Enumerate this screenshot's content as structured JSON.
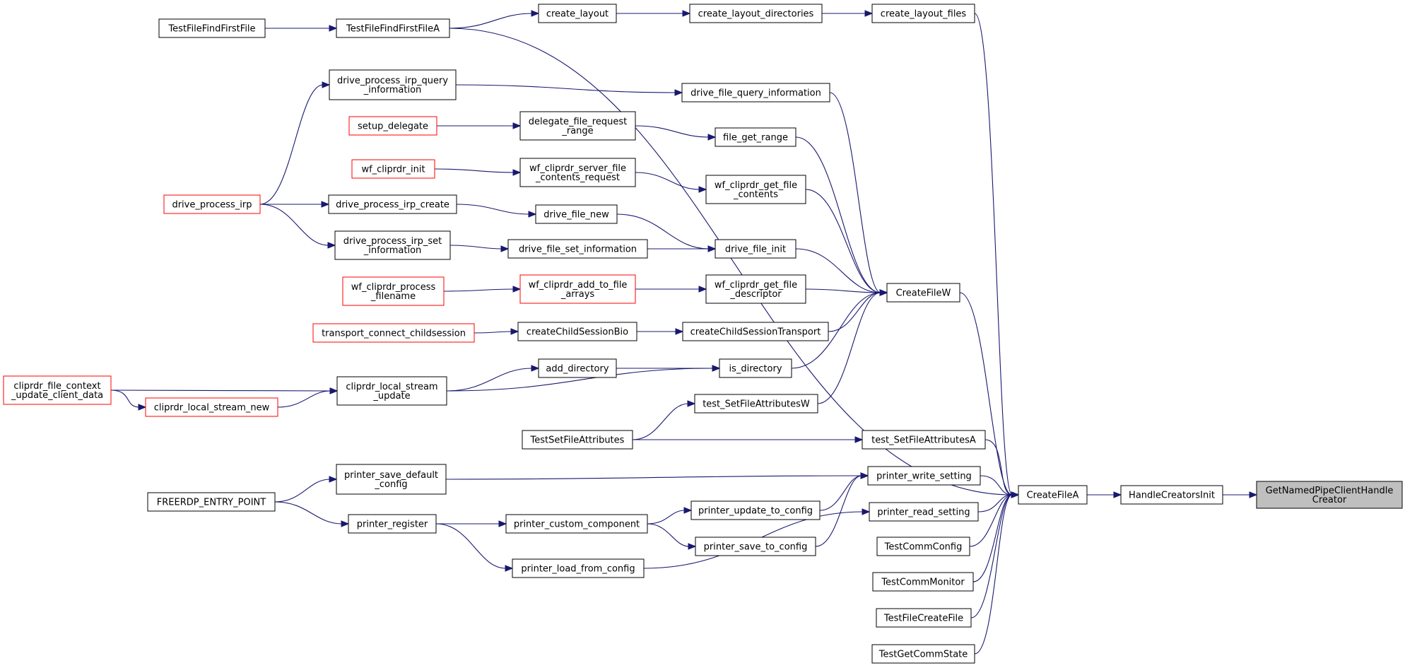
{
  "colors": {
    "edge": "#191970",
    "node_border": "#000000",
    "node_border_incomplete": "#ff0000",
    "focus_fill": "#bfbfbf"
  },
  "nodes": {
    "GetNamedPipeClientHandleCreator": {
      "lines": [
        "GetNamedPipeClientHandle",
        "Creator"
      ],
      "style": "focus"
    },
    "HandleCreatorsInit": {
      "lines": [
        "HandleCreatorsInit"
      ],
      "style": "normal"
    },
    "CreateFileA": {
      "lines": [
        "CreateFileA"
      ],
      "style": "normal"
    },
    "CreateFileW": {
      "lines": [
        "CreateFileW"
      ],
      "style": "normal"
    },
    "create_layout_files": {
      "lines": [
        "create_layout_files"
      ],
      "style": "normal"
    },
    "create_layout_directories": {
      "lines": [
        "create_layout_directories"
      ],
      "style": "normal"
    },
    "create_layout": {
      "lines": [
        "create_layout"
      ],
      "style": "normal"
    },
    "TestFileFindFirstFileA": {
      "lines": [
        "TestFileFindFirstFileA"
      ],
      "style": "normal"
    },
    "TestFileFindFirstFile": {
      "lines": [
        "TestFileFindFirstFile"
      ],
      "style": "normal"
    },
    "drive_process_irp_query_information": {
      "lines": [
        "drive_process_irp_query",
        "_information"
      ],
      "style": "normal"
    },
    "drive_file_query_information": {
      "lines": [
        "drive_file_query_information"
      ],
      "style": "normal"
    },
    "setup_delegate": {
      "lines": [
        "setup_delegate"
      ],
      "style": "incomplete"
    },
    "delegate_file_request_range": {
      "lines": [
        "delegate_file_request",
        "_range"
      ],
      "style": "normal"
    },
    "file_get_range": {
      "lines": [
        "file_get_range"
      ],
      "style": "normal"
    },
    "wf_cliprdr_init": {
      "lines": [
        "wf_cliprdr_init"
      ],
      "style": "incomplete"
    },
    "wf_cliprdr_server_file_contents_request": {
      "lines": [
        "wf_cliprdr_server_file",
        "_contents_request"
      ],
      "style": "normal"
    },
    "wf_cliprdr_get_file_contents": {
      "lines": [
        "wf_cliprdr_get_file",
        "_contents"
      ],
      "style": "normal"
    },
    "drive_process_irp": {
      "lines": [
        "drive_process_irp"
      ],
      "style": "incomplete"
    },
    "drive_process_irp_create": {
      "lines": [
        "drive_process_irp_create"
      ],
      "style": "normal"
    },
    "drive_file_new": {
      "lines": [
        "drive_file_new"
      ],
      "style": "normal"
    },
    "drive_process_irp_set_information": {
      "lines": [
        "drive_process_irp_set",
        "_information"
      ],
      "style": "normal"
    },
    "drive_file_set_information": {
      "lines": [
        "drive_file_set_information"
      ],
      "style": "normal"
    },
    "drive_file_init": {
      "lines": [
        "drive_file_init"
      ],
      "style": "normal"
    },
    "wf_cliprdr_process_filename": {
      "lines": [
        "wf_cliprdr_process",
        "_filename"
      ],
      "style": "incomplete"
    },
    "wf_cliprdr_add_to_file_arrays": {
      "lines": [
        "wf_cliprdr_add_to_file",
        "_arrays"
      ],
      "style": "incomplete"
    },
    "wf_cliprdr_get_file_descriptor": {
      "lines": [
        "wf_cliprdr_get_file",
        "_descriptor"
      ],
      "style": "normal"
    },
    "transport_connect_childsession": {
      "lines": [
        "transport_connect_childsession"
      ],
      "style": "incomplete"
    },
    "createChildSessionBio": {
      "lines": [
        "createChildSessionBio"
      ],
      "style": "normal"
    },
    "createChildSessionTransport": {
      "lines": [
        "createChildSessionTransport"
      ],
      "style": "normal"
    },
    "cliprdr_file_context_update_client_data": {
      "lines": [
        "cliprdr_file_context",
        "_update_client_data"
      ],
      "style": "incomplete"
    },
    "cliprdr_local_stream_update": {
      "lines": [
        "cliprdr_local_stream",
        "_update"
      ],
      "style": "normal"
    },
    "add_directory": {
      "lines": [
        "add_directory"
      ],
      "style": "normal"
    },
    "is_directory": {
      "lines": [
        "is_directory"
      ],
      "style": "normal"
    },
    "cliprdr_local_stream_new": {
      "lines": [
        "cliprdr_local_stream_new"
      ],
      "style": "incomplete"
    },
    "test_SetFileAttributesW": {
      "lines": [
        "test_SetFileAttributesW"
      ],
      "style": "normal"
    },
    "TestSetFileAttributes": {
      "lines": [
        "TestSetFileAttributes"
      ],
      "style": "normal"
    },
    "test_SetFileAttributesA": {
      "lines": [
        "test_SetFileAttributesA"
      ],
      "style": "normal"
    },
    "printer_save_default_config": {
      "lines": [
        "printer_save_default",
        "_config"
      ],
      "style": "normal"
    },
    "printer_write_setting": {
      "lines": [
        "printer_write_setting"
      ],
      "style": "normal"
    },
    "FREERDP_ENTRY_POINT": {
      "lines": [
        "FREERDP_ENTRY_POINT"
      ],
      "style": "normal"
    },
    "printer_register": {
      "lines": [
        "printer_register"
      ],
      "style": "normal"
    },
    "printer_custom_component": {
      "lines": [
        "printer_custom_component"
      ],
      "style": "normal"
    },
    "printer_update_to_config": {
      "lines": [
        "printer_update_to_config"
      ],
      "style": "normal"
    },
    "printer_read_setting": {
      "lines": [
        "printer_read_setting"
      ],
      "style": "normal"
    },
    "printer_save_to_config": {
      "lines": [
        "printer_save_to_config"
      ],
      "style": "normal"
    },
    "printer_load_from_config": {
      "lines": [
        "printer_load_from_config"
      ],
      "style": "normal"
    },
    "TestCommConfig": {
      "lines": [
        "TestCommConfig"
      ],
      "style": "normal"
    },
    "TestCommMonitor": {
      "lines": [
        "TestCommMonitor"
      ],
      "style": "normal"
    },
    "TestFileCreateFile": {
      "lines": [
        "TestFileCreateFile"
      ],
      "style": "normal"
    },
    "TestGetCommState": {
      "lines": [
        "TestGetCommState"
      ],
      "style": "normal"
    }
  },
  "edges": [
    [
      "HandleCreatorsInit",
      "GetNamedPipeClientHandleCreator"
    ],
    [
      "CreateFileA",
      "HandleCreatorsInit"
    ],
    [
      "CreateFileW",
      "CreateFileA"
    ],
    [
      "create_layout_files",
      "CreateFileA"
    ],
    [
      "TestFileFindFirstFileA",
      "CreateFileA"
    ],
    [
      "test_SetFileAttributesA",
      "CreateFileA"
    ],
    [
      "printer_write_setting",
      "CreateFileA"
    ],
    [
      "printer_read_setting",
      "CreateFileA"
    ],
    [
      "TestCommConfig",
      "CreateFileA"
    ],
    [
      "TestCommMonitor",
      "CreateFileA"
    ],
    [
      "TestFileCreateFile",
      "CreateFileA"
    ],
    [
      "TestGetCommState",
      "CreateFileA"
    ],
    [
      "create_layout_directories",
      "create_layout_files"
    ],
    [
      "create_layout",
      "create_layout_directories"
    ],
    [
      "TestFileFindFirstFileA",
      "create_layout"
    ],
    [
      "TestFileFindFirstFile",
      "TestFileFindFirstFileA"
    ],
    [
      "drive_file_query_information",
      "CreateFileW"
    ],
    [
      "file_get_range",
      "CreateFileW"
    ],
    [
      "wf_cliprdr_get_file_contents",
      "CreateFileW"
    ],
    [
      "drive_file_init",
      "CreateFileW"
    ],
    [
      "wf_cliprdr_get_file_descriptor",
      "CreateFileW"
    ],
    [
      "createChildSessionTransport",
      "CreateFileW"
    ],
    [
      "is_directory",
      "CreateFileW"
    ],
    [
      "test_SetFileAttributesW",
      "CreateFileW"
    ],
    [
      "drive_process_irp_query_information",
      "drive_file_query_information"
    ],
    [
      "drive_process_irp",
      "drive_process_irp_query_information"
    ],
    [
      "setup_delegate",
      "delegate_file_request_range"
    ],
    [
      "delegate_file_request_range",
      "file_get_range"
    ],
    [
      "wf_cliprdr_init",
      "wf_cliprdr_server_file_contents_request"
    ],
    [
      "wf_cliprdr_server_file_contents_request",
      "wf_cliprdr_get_file_contents"
    ],
    [
      "drive_process_irp",
      "drive_process_irp_create"
    ],
    [
      "drive_process_irp",
      "drive_process_irp_set_information"
    ],
    [
      "drive_process_irp_create",
      "drive_file_new"
    ],
    [
      "drive_file_new",
      "drive_file_init"
    ],
    [
      "drive_process_irp_set_information",
      "drive_file_set_information"
    ],
    [
      "drive_file_set_information",
      "drive_file_init"
    ],
    [
      "wf_cliprdr_process_filename",
      "wf_cliprdr_add_to_file_arrays"
    ],
    [
      "wf_cliprdr_add_to_file_arrays",
      "wf_cliprdr_get_file_descriptor"
    ],
    [
      "transport_connect_childsession",
      "createChildSessionBio"
    ],
    [
      "createChildSessionBio",
      "createChildSessionTransport"
    ],
    [
      "cliprdr_local_stream_update",
      "add_directory"
    ],
    [
      "add_directory",
      "is_directory"
    ],
    [
      "cliprdr_local_stream_update",
      "is_directory"
    ],
    [
      "cliprdr_file_context_update_client_data",
      "cliprdr_local_stream_update"
    ],
    [
      "cliprdr_file_context_update_client_data",
      "cliprdr_local_stream_new"
    ],
    [
      "cliprdr_local_stream_new",
      "cliprdr_local_stream_update"
    ],
    [
      "TestSetFileAttributes",
      "test_SetFileAttributesW"
    ],
    [
      "TestSetFileAttributes",
      "test_SetFileAttributesA"
    ],
    [
      "printer_save_default_config",
      "printer_write_setting"
    ],
    [
      "printer_update_to_config",
      "printer_write_setting"
    ],
    [
      "printer_save_to_config",
      "printer_write_setting"
    ],
    [
      "printer_load_from_config",
      "printer_read_setting"
    ],
    [
      "FREERDP_ENTRY_POINT",
      "printer_save_default_config"
    ],
    [
      "FREERDP_ENTRY_POINT",
      "printer_register"
    ],
    [
      "printer_register",
      "printer_custom_component"
    ],
    [
      "printer_register",
      "printer_load_from_config"
    ],
    [
      "printer_custom_component",
      "printer_update_to_config"
    ],
    [
      "printer_custom_component",
      "printer_save_to_config"
    ]
  ]
}
